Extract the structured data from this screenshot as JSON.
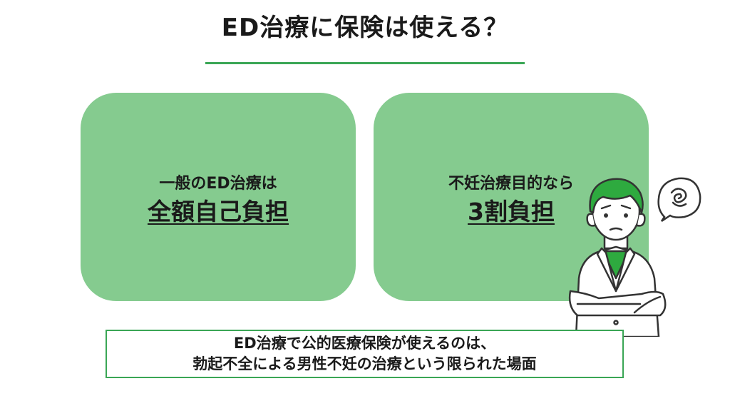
{
  "title": "ED治療に保険は使える？",
  "cards": {
    "left": {
      "sub": "一般のED治療は",
      "main": "全額自己負担"
    },
    "right": {
      "sub": "不妊治療目的なら",
      "main": "3割負担"
    }
  },
  "note": {
    "line1": "ED治療で公的医療保険が使えるのは、",
    "line2": "勃起不全による男性不妊の治療という限られた場面"
  },
  "illustration": {
    "character": "troubled-doctor-icon",
    "thought": "swirl-thought-bubble-icon"
  },
  "colors": {
    "card_green": "#85cb8f",
    "accent_green": "#3aa655",
    "hair_green": "#2eaa3f"
  }
}
